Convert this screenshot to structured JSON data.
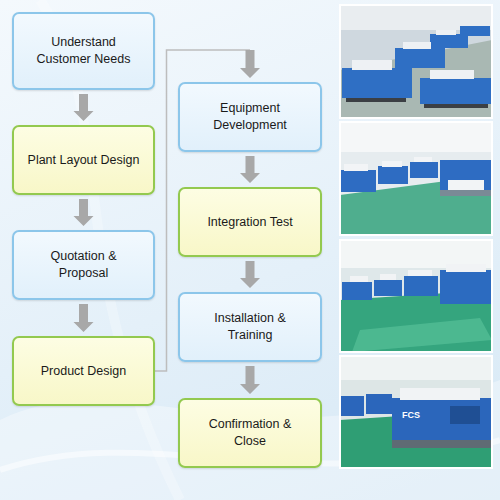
{
  "diagram": {
    "nodes": [
      {
        "text": [
          "Understand Customer Needs"
        ]
      },
      {
        "text": [
          "Plant Layout Design"
        ]
      },
      {
        "text": [
          "Quotation & Proposal"
        ]
      },
      {
        "text": [
          "Product Design"
        ]
      },
      {
        "text": [
          "Equipment Development"
        ]
      },
      {
        "text": [
          "Integration Test"
        ]
      },
      {
        "text": [
          "Installation & Training"
        ]
      },
      {
        "text": [
          "Confirmation & Close"
        ]
      }
    ],
    "edges": [
      {
        "from": 0,
        "to": 1,
        "arrow": "to"
      },
      {
        "from": 1,
        "to": 2,
        "arrow": "to"
      },
      {
        "from": 2,
        "to": 3,
        "arrow": "to"
      },
      {
        "from": 3,
        "to": 4,
        "arrow": "to"
      },
      {
        "from": 4,
        "to": 5,
        "arrow": "to"
      },
      {
        "from": 5,
        "to": 6,
        "arrow": "to"
      },
      {
        "from": 6,
        "to": 7,
        "arrow": "to"
      }
    ],
    "labels": [
      "FCS"
    ]
  }
}
